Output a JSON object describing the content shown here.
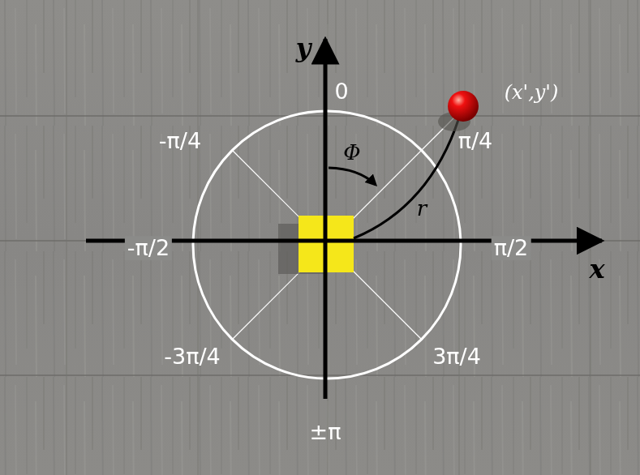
{
  "diagram": {
    "labels": [
      "y",
      "0",
      "(x',y')",
      "-π/4",
      "Φ",
      "π/4",
      "r",
      "-π/2",
      "π/2",
      "x",
      "-3π/4",
      "3π/4",
      "±π"
    ]
  }
}
